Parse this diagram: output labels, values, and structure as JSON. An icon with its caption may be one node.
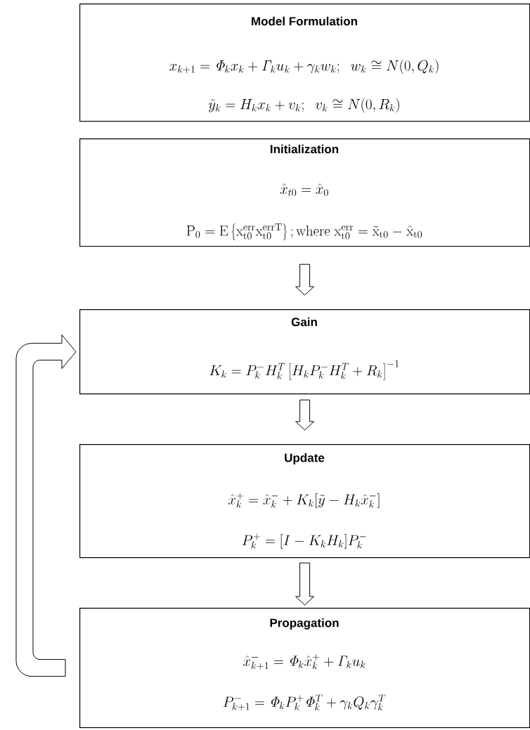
{
  "diagram": {
    "nodes": [
      {
        "text": [
          "Model Formulation",
          "x_{k+1} = \\mathit{\\Phi}_k x_k + \\mathit{\\Gamma}_k u_k + \\gamma_k w_k;\\;\\; w_k \\cong N(0,Q_k)",
          "\\tilde{y}_k = H_k x_k + v_k;\\;\\; v_k \\cong N(0,R_k)"
        ]
      },
      {
        "text": [
          "Initialization",
          "\\hat{x}_{t0} = \\hat{x}_0",
          "\\mathrm{P_0 = E\\left\\{x_{t0}^{err} x_{t0}^{errT}\\right\\}; where\\ x_{t0}^{err} = \\tilde{x}_{t0} - \\hat{x}_{t0}}"
        ]
      },
      {
        "text": [
          "Gain",
          "K_k = P_k^- H_k^T \\left[H_k P_k^- H_k^T + R_k\\right]^{-1}"
        ]
      },
      {
        "text": [
          "Update",
          "\\hat{x}_k^+ = \\hat{x}_k^- + K_k[\\tilde{y} - H_k \\hat{x}_k^-]",
          "P_k^+ = [I - K_k H_k] P_k^-"
        ]
      },
      {
        "text": [
          "Propagation",
          "\\hat{x}_{k+1}^- = \\mathit{\\Phi}_k \\hat{x}_k^+ + \\mathit{\\Gamma}_k u_k",
          "P_{k+1}^- = \\mathit{\\Phi}_k P_k^+ \\mathit{\\Phi}_k^T + \\gamma_k Q_k \\gamma_k^T"
        ]
      }
    ],
    "edges": [
      {
        "from": 1,
        "to": 2,
        "arrow": "to"
      },
      {
        "from": 2,
        "to": 3,
        "arrow": "to"
      },
      {
        "from": 3,
        "to": 4,
        "arrow": "to"
      },
      {
        "from": 4,
        "to": 2,
        "arrow": "to"
      }
    ]
  }
}
